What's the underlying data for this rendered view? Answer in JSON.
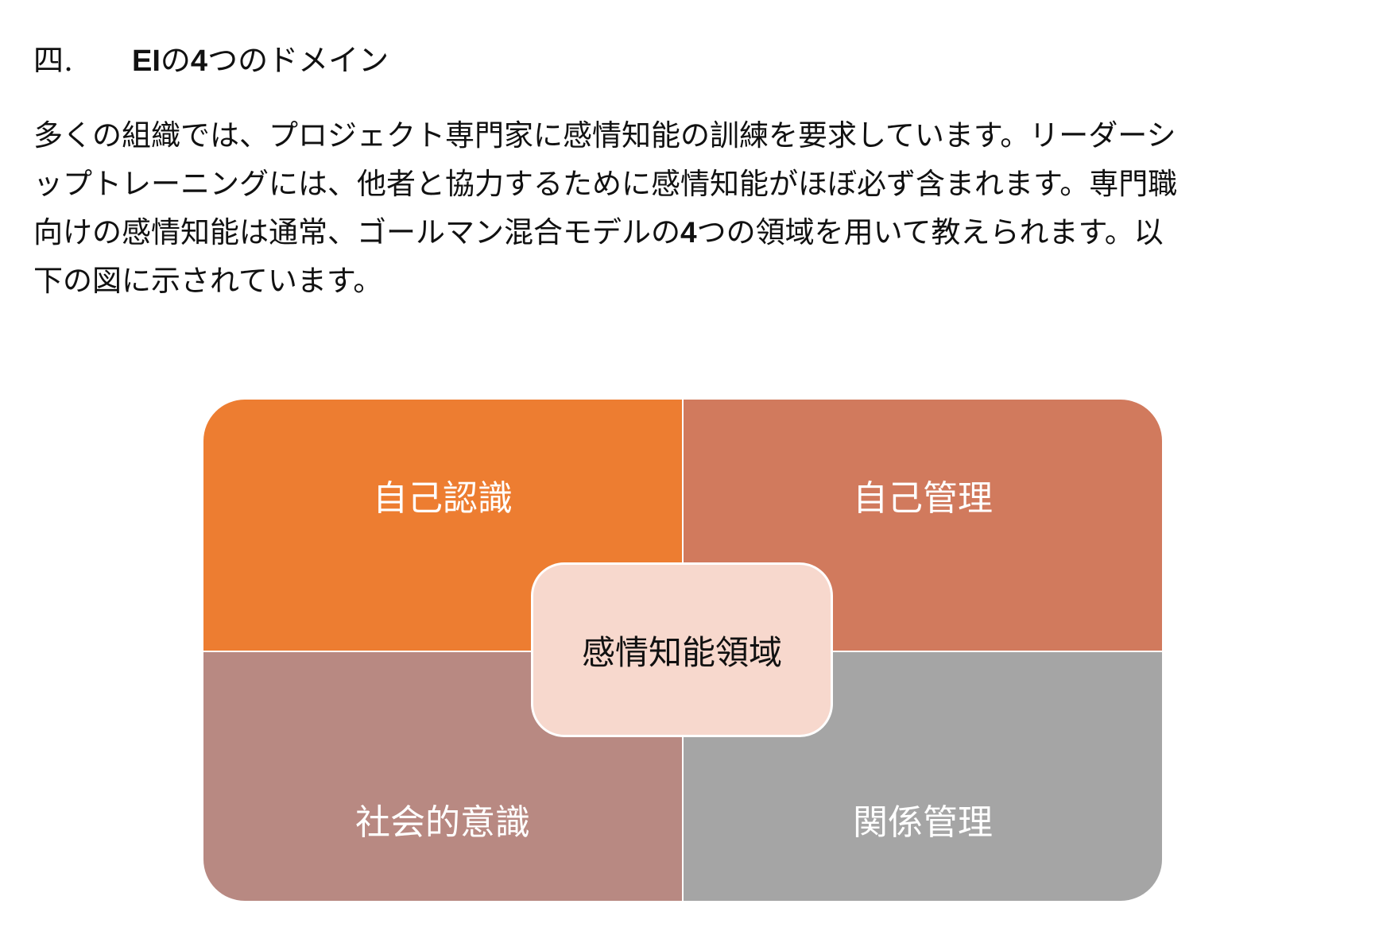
{
  "heading": {
    "number": "四.",
    "prefix": "EI",
    "mid1": "の",
    "four": "4",
    "rest": "つのドメイン"
  },
  "paragraph": {
    "line1": "多くの組織では、プロジェクト専門家に感情知能の訓練を要求しています。リーダーシ",
    "line2": "ップトレーニングには、他者と協力するために感情知能がほぼ必ず含まれます。専門職",
    "line3_a": "向けの感情知能は通常、ゴールマン混合モデルの",
    "line3_four": "4",
    "line3_b": "つの領域を用いて教えられます。以",
    "line4": "下の図に示されています。"
  },
  "diagram": {
    "center": {
      "label": "感情知能領域",
      "color": "#f7d8cd"
    },
    "quadrants": [
      {
        "label": "自己認識",
        "position": "top-left",
        "color": "#ed7d31"
      },
      {
        "label": "自己管理",
        "position": "top-right",
        "color": "#d17a5d"
      },
      {
        "label": "社会的意識",
        "position": "bottom-left",
        "color": "#b88982"
      },
      {
        "label": "関係管理",
        "position": "bottom-right",
        "color": "#a5a5a5"
      }
    ]
  }
}
